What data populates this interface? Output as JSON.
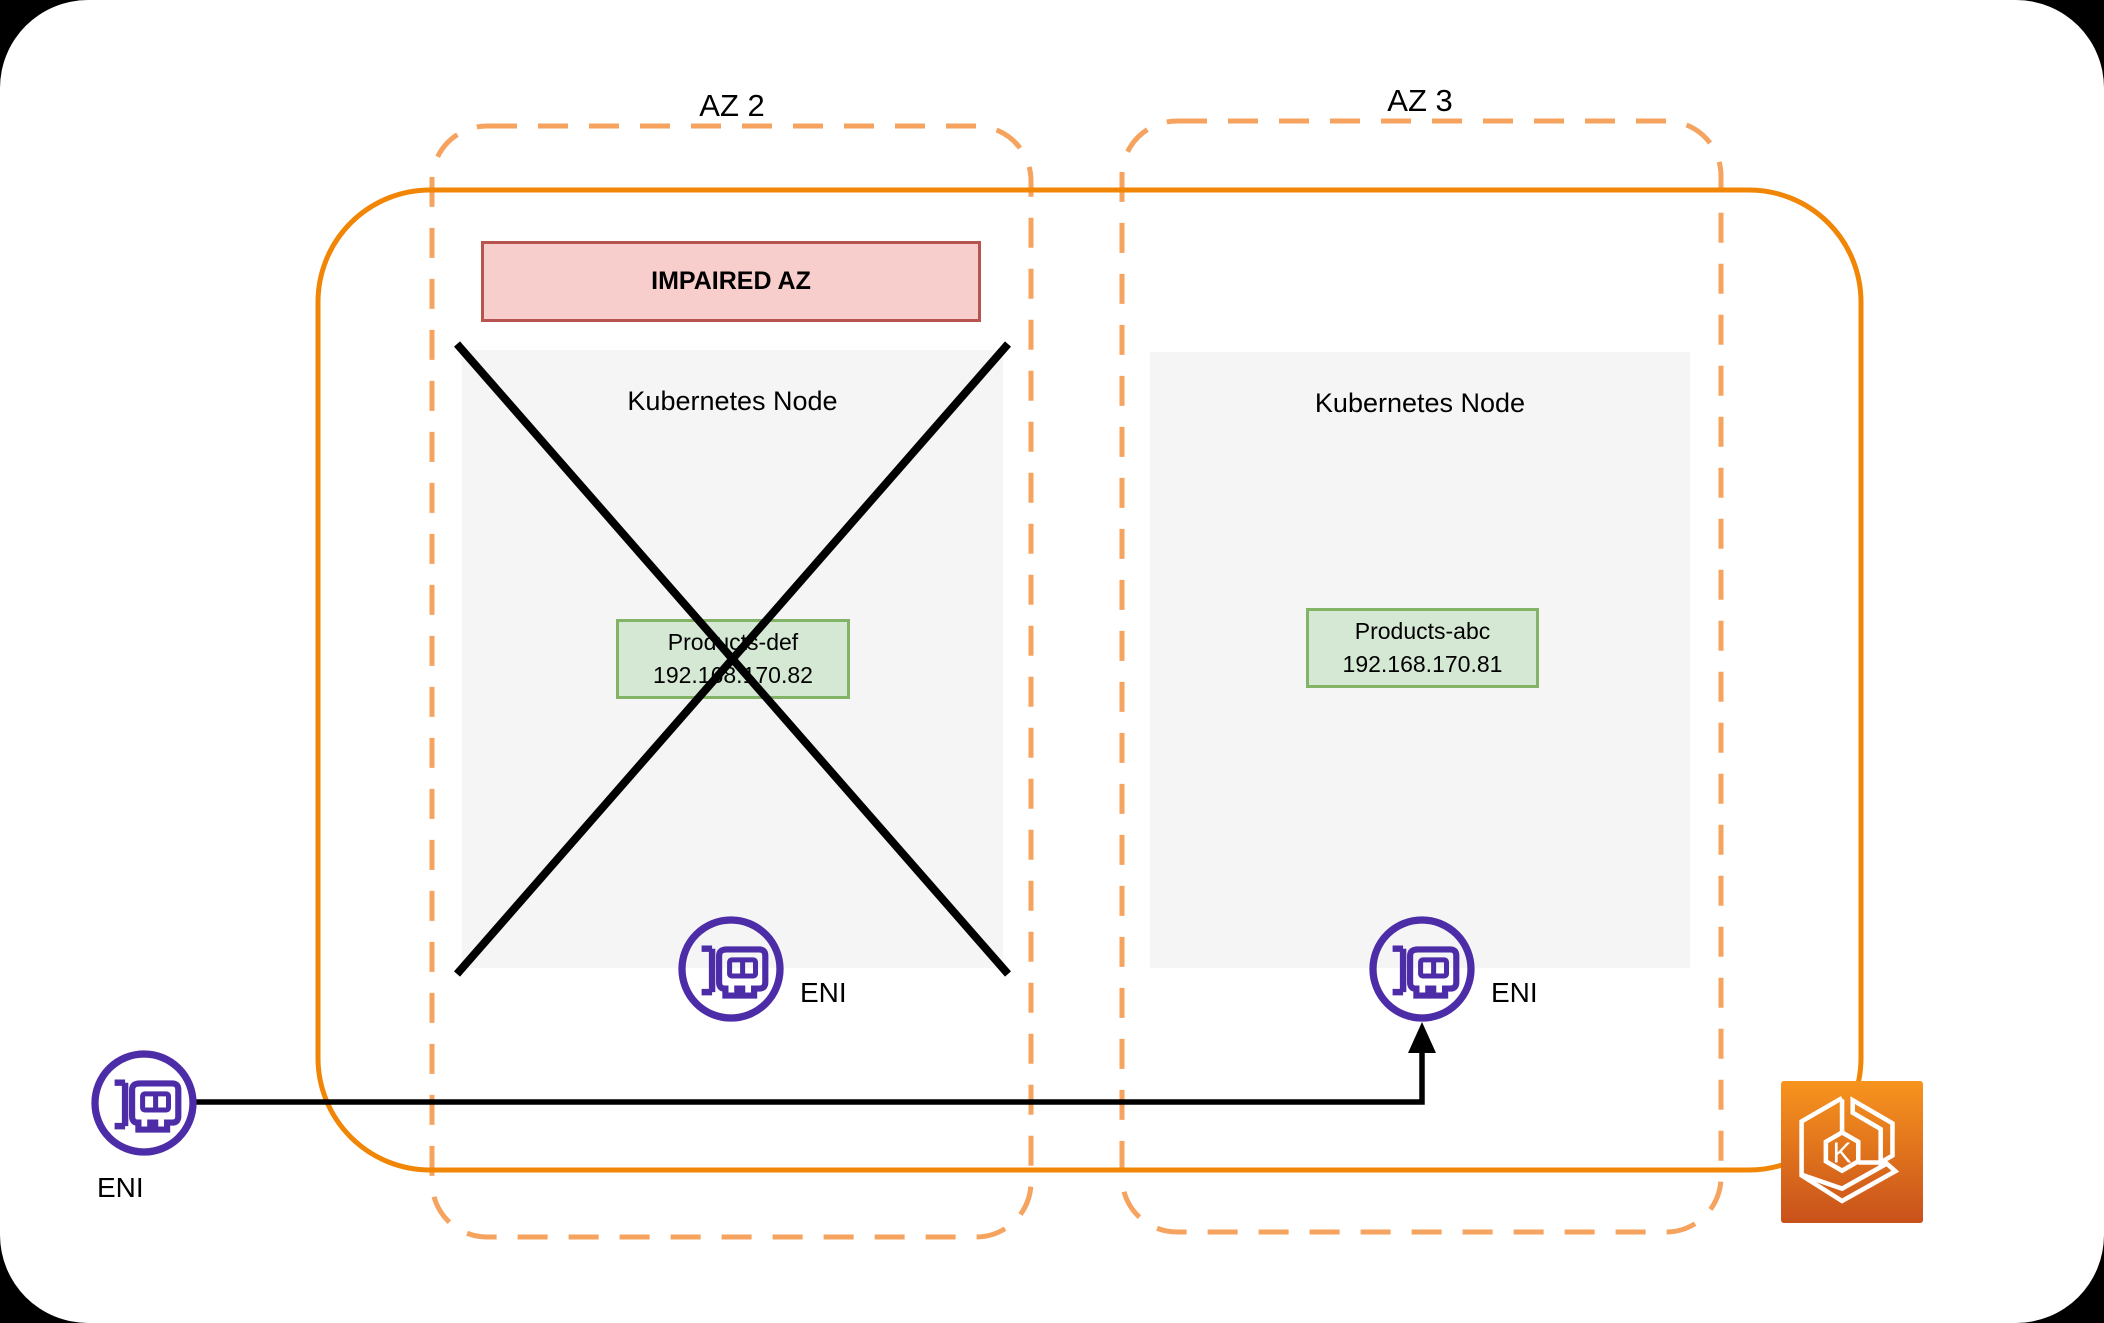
{
  "zones": {
    "az2": {
      "label": "AZ 2"
    },
    "az3": {
      "label": "AZ 3"
    }
  },
  "impaired_banner": {
    "label": "IMPAIRED AZ"
  },
  "nodes": [
    {
      "title": "Kubernetes Node",
      "pod": {
        "name": "Products-def",
        "ip": "192.168.170.82"
      },
      "eni_label": "ENI",
      "state": "impaired"
    },
    {
      "title": "Kubernetes Node",
      "pod": {
        "name": "Products-abc",
        "ip": "192.168.170.81"
      },
      "eni_label": "ENI",
      "state": "healthy"
    }
  ],
  "external_eni": {
    "label": "ENI"
  },
  "eks": {
    "letter": "K"
  },
  "icons": {
    "eni": "network-interface-card-icon",
    "eks": "eks-kubernetes-hexagon-icon"
  },
  "colors": {
    "orange": "#F18606",
    "orange_light": "#F5A35F",
    "red_fill": "#F8CECC",
    "red_border": "#B85450",
    "green_fill": "#D5E8D4",
    "green_border": "#82B366",
    "purple": "#4D2CA8",
    "node_bg": "#F5F5F5",
    "eks_top": "#F7941E",
    "eks_bottom": "#C8511B",
    "line": "#000000"
  }
}
